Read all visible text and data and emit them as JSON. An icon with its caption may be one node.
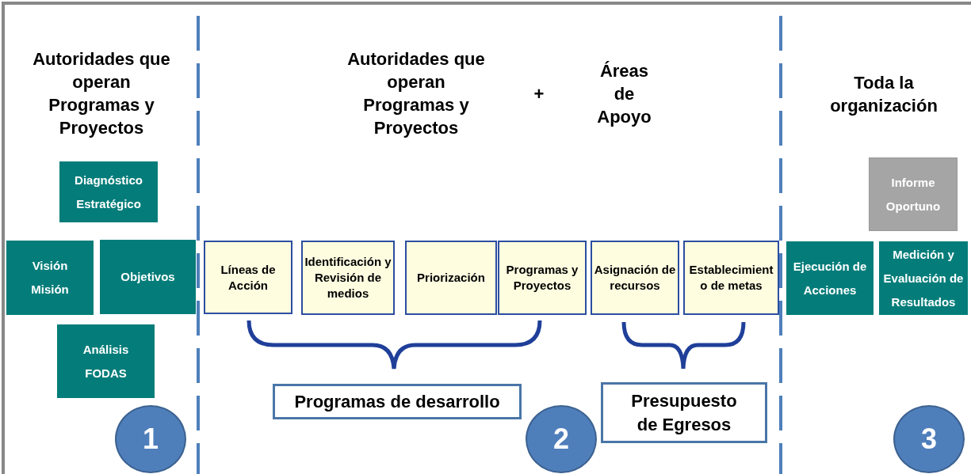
{
  "diagram": {
    "nodes": [
      {
        "text": [
          "Diagnóstico Estratégico"
        ]
      },
      {
        "text": [
          "Visión Misión"
        ]
      },
      {
        "text": [
          "Objetivos"
        ]
      },
      {
        "text": [
          "Análisis FODAS"
        ]
      },
      {
        "text": [
          "Líneas de Acción"
        ]
      },
      {
        "text": [
          "Identificación y Revisión de medios"
        ]
      },
      {
        "text": [
          "Priorización"
        ]
      },
      {
        "text": [
          "Programas y Proyectos"
        ]
      },
      {
        "text": [
          "Asignación de recursos"
        ]
      },
      {
        "text": [
          "Establecimient o de metas"
        ]
      },
      {
        "text": [
          "Ejecución de Acciones"
        ]
      },
      {
        "text": [
          "Medición y Evaluación de Resultados"
        ]
      },
      {
        "text": [
          "Informe Oportuno"
        ]
      },
      {
        "text": [
          "Programas de desarrollo"
        ]
      },
      {
        "text": [
          "Presupuesto de Egresos"
        ]
      },
      {
        "text": [
          "1"
        ]
      },
      {
        "text": [
          "2"
        ]
      },
      {
        "text": [
          "3"
        ]
      }
    ],
    "labels": [
      "Autoridades que operan Programas y Proyectos",
      "Autoridades que operan Programas y Proyectos",
      "+",
      "Áreas de Apoyo",
      "Toda la organización"
    ]
  }
}
